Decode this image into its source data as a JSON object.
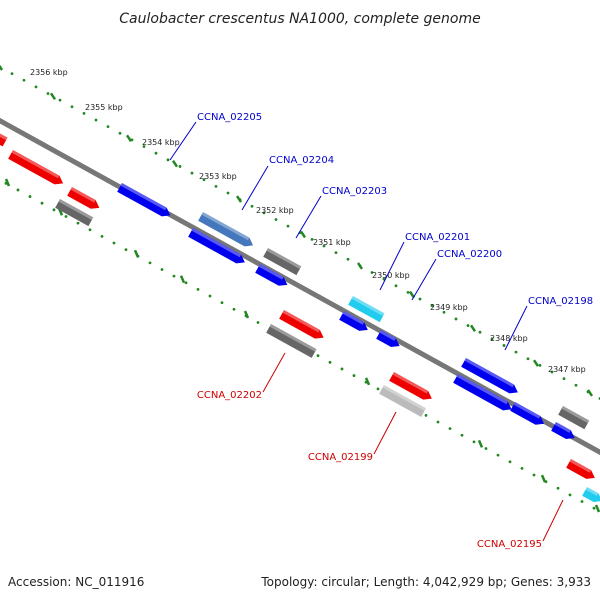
{
  "title": "Caulobacter crescentus NA1000, complete genome",
  "footer": {
    "accession": "Accession: NC_011916",
    "topology": "Topology: circular; Length: 4,042,929 bp; Genes: 3,933"
  },
  "colors": {
    "forward": "#0000ee",
    "reverse": "#ee0000",
    "pseudo": "#666666",
    "light_pseudo": "#bbbbbb",
    "cyan": "#22ccee",
    "steel": "#4477bb",
    "tick": "#228822",
    "backbone": "#777777"
  },
  "ticks": [
    {
      "label": "2356 kbp",
      "kbp": 2356
    },
    {
      "label": "2355 kbp",
      "kbp": 2355
    },
    {
      "label": "2354 kbp",
      "kbp": 2354
    },
    {
      "label": "2353 kbp",
      "kbp": 2353
    },
    {
      "label": "2352 kbp",
      "kbp": 2352
    },
    {
      "label": "2351 kbp",
      "kbp": 2351
    },
    {
      "label": "2350 kbp",
      "kbp": 2350
    },
    {
      "label": "2349 kbp",
      "kbp": 2349
    },
    {
      "label": "2348 kbp",
      "kbp": 2348
    },
    {
      "label": "2347 kbp",
      "kbp": 2347
    }
  ],
  "gene_labels": [
    {
      "name": "CCNA_02205",
      "color": "#0000cc"
    },
    {
      "name": "CCNA_02204",
      "color": "#0000cc"
    },
    {
      "name": "CCNA_02203",
      "color": "#0000cc"
    },
    {
      "name": "CCNA_02201",
      "color": "#0000cc"
    },
    {
      "name": "CCNA_02200",
      "color": "#0000cc"
    },
    {
      "name": "CCNA_02198",
      "color": "#0000cc"
    },
    {
      "name": "CCNA_02202",
      "color": "#cc0000"
    },
    {
      "name": "CCNA_02199",
      "color": "#cc0000"
    },
    {
      "name": "CCNA_02195",
      "color": "#cc0000"
    }
  ]
}
